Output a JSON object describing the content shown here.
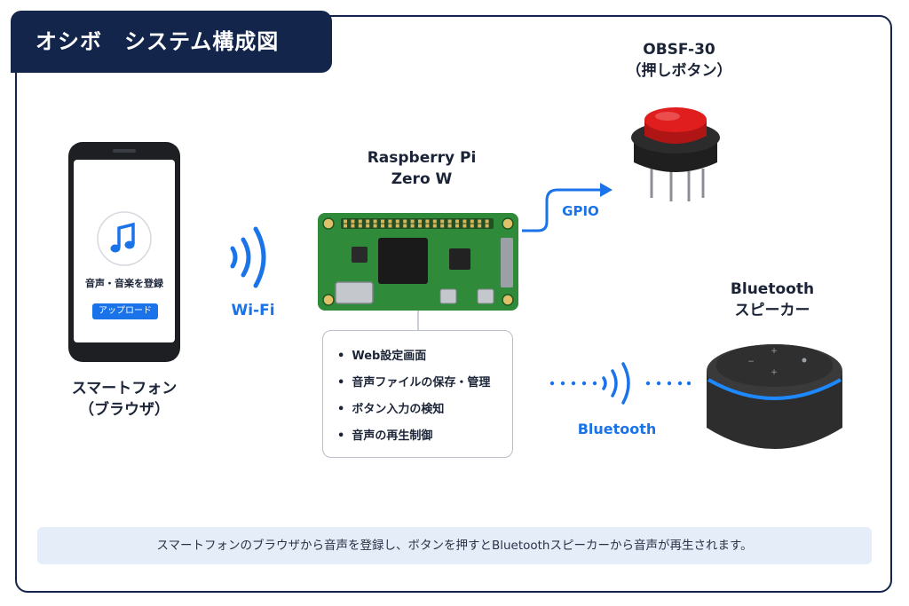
{
  "title": "オシボ　システム構成図",
  "phone": {
    "screen_text": "音声・音楽を登録",
    "upload_button": "アップロード",
    "label_line1": "スマートフォン",
    "label_line2": "（ブラウザ）"
  },
  "wifi_label": "Wi-Fi",
  "pi": {
    "label_line1": "Raspberry Pi",
    "label_line2": "Zero W",
    "features": [
      "Web設定画面",
      "音声ファイルの保存・管理",
      "ボタン入力の検知",
      "音声の再生制御"
    ]
  },
  "gpio_label": "GPIO",
  "button": {
    "label_line1": "OBSF-30",
    "label_line2": "（押しボタン）"
  },
  "speaker": {
    "label_line1": "Bluetooth",
    "label_line2": "スピーカー"
  },
  "bluetooth_label": "Bluetooth",
  "footer": "スマートフォンのブラウザから音声を登録し、ボタンを押すとBluetoothスピーカーから音声が再生されます。",
  "colors": {
    "navy": "#13254a",
    "accent": "#1a73e8",
    "button_red": "#e01e1e",
    "board_green": "#2f8a3a"
  }
}
